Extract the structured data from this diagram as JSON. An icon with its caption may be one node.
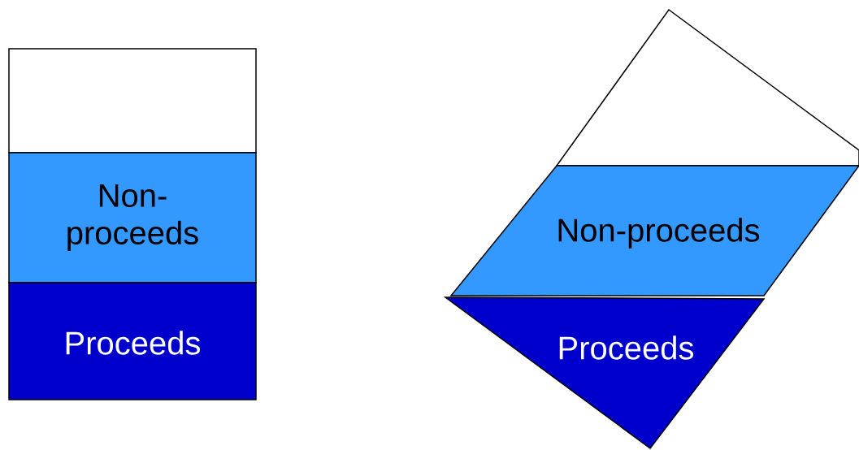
{
  "diagram": {
    "nodes": [
      {
        "text": [],
        "shape": "box"
      },
      {
        "text": [
          "Non-proceeds"
        ]
      },
      {
        "text": [
          "Proceeds"
        ]
      },
      {
        "text": [],
        "shape": "triangle"
      },
      {
        "text": [
          "Non-proceeds"
        ]
      },
      {
        "text": [
          "Proceeds"
        ]
      }
    ]
  }
}
